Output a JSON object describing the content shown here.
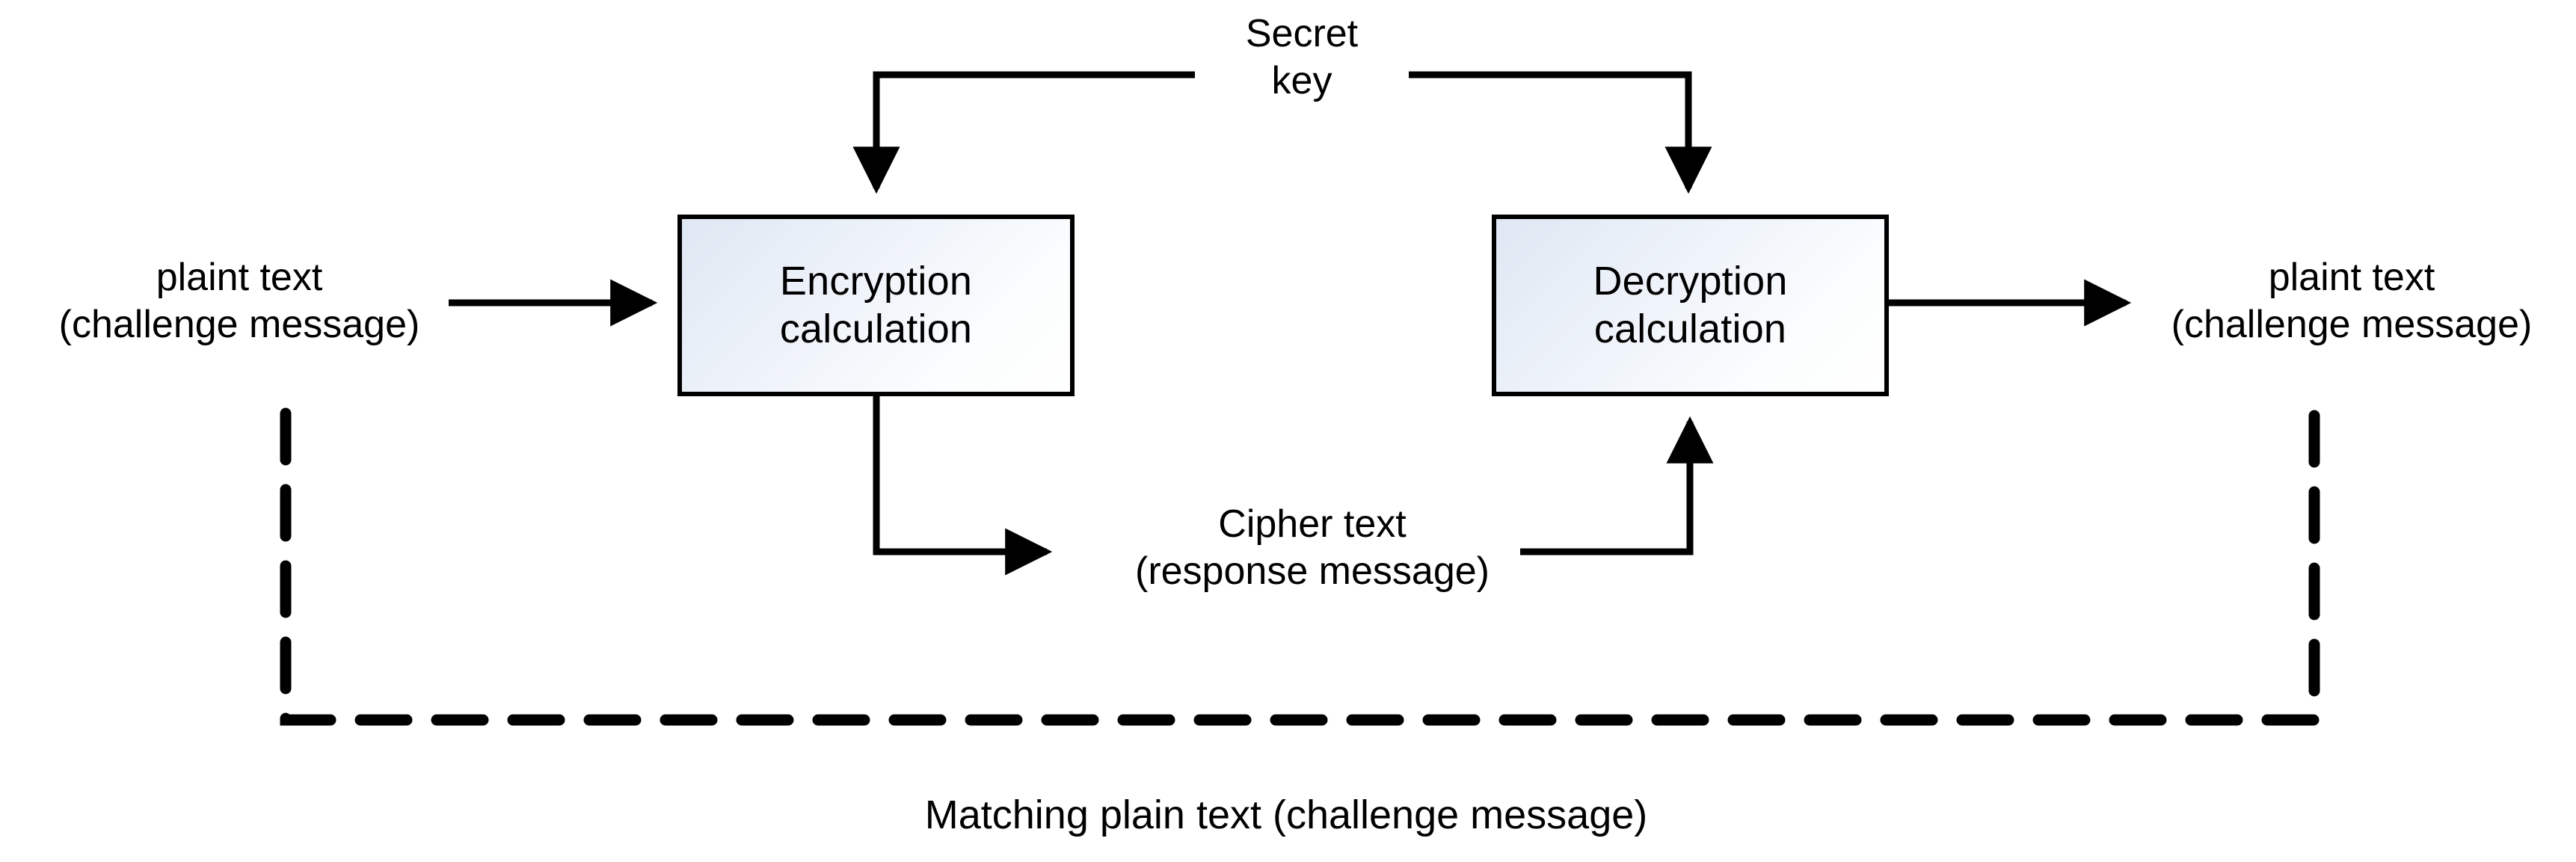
{
  "diagram": {
    "title_caption": "Matching plain text (challenge message)",
    "nodes": [
      {
        "id": "encryption",
        "line1": "Encryption",
        "line2": "calculation"
      },
      {
        "id": "decryption",
        "line1": "Decryption",
        "line2": "calculation"
      }
    ],
    "labels": {
      "secret_key_line1": "Secret",
      "secret_key_line2": "key",
      "input_plaintext_line1": "plaint text",
      "input_plaintext_line2": "(challenge message)",
      "output_plaintext_line1": "plaint text",
      "output_plaintext_line2": "(challenge message)",
      "cipher_line1": "Cipher text",
      "cipher_line2": "(response message)"
    },
    "colors": {
      "stroke": "#000000",
      "box_fill_start": "#dfe7f3",
      "box_fill_end": "#ffffff",
      "background": "#ffffff"
    }
  }
}
